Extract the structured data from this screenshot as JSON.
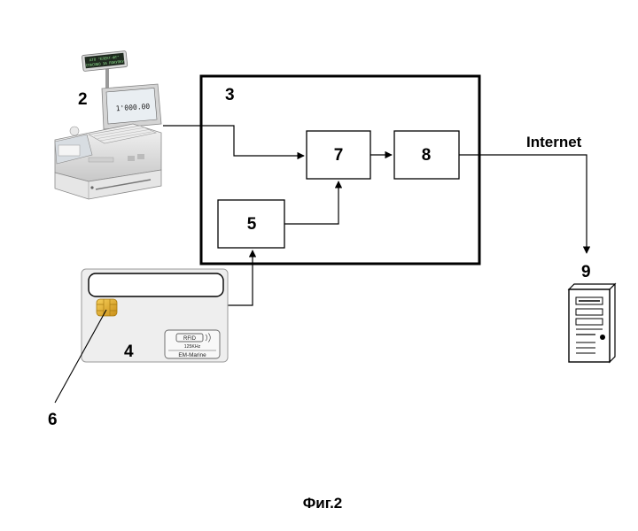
{
  "figure": {
    "caption": "Фиг.2",
    "network_label": "Internet"
  },
  "labels": {
    "cash_register": "2",
    "system": "3",
    "card": "4",
    "reader": "5",
    "chip": "6",
    "processor": "7",
    "transmitter": "8",
    "server": "9"
  },
  "register": {
    "display_line1": "АТО \"ЕЛЕКТ-ФТ\"",
    "display_line2": "СПАСИБО ЗА ПОКУПКУ",
    "screen_amount": "1'000.00"
  },
  "rfid_badge": {
    "title": "RFID",
    "freq": "125KHz",
    "brand": "EM-Marine"
  },
  "colors": {
    "line": "#000000",
    "chip": "#e8b030",
    "card_fill": "#eeeeee"
  }
}
